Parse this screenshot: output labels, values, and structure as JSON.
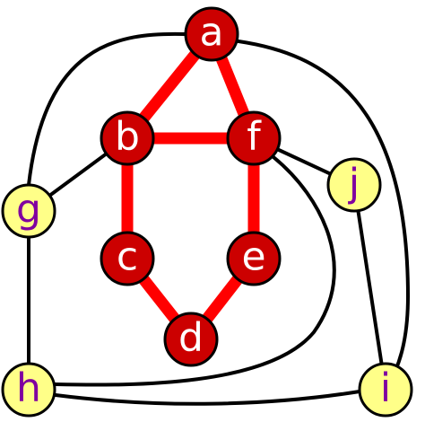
{
  "colors": {
    "highlight_node": "#cc0000",
    "highlight_label": "#ffffff",
    "plain_node": "#ffff88",
    "plain_label": "#8000a0",
    "highlight_edge": "#ff0000",
    "plain_edge": "#000000"
  },
  "nodes": [
    {
      "id": "a",
      "label": "a",
      "highlighted": true
    },
    {
      "id": "b",
      "label": "b",
      "highlighted": true
    },
    {
      "id": "f",
      "label": "f",
      "highlighted": true
    },
    {
      "id": "c",
      "label": "c",
      "highlighted": true
    },
    {
      "id": "e",
      "label": "e",
      "highlighted": true
    },
    {
      "id": "d",
      "label": "d",
      "highlighted": true
    },
    {
      "id": "g",
      "label": "g",
      "highlighted": false
    },
    {
      "id": "j",
      "label": "j",
      "highlighted": false
    },
    {
      "id": "h",
      "label": "h",
      "highlighted": false
    },
    {
      "id": "i",
      "label": "i",
      "highlighted": false
    }
  ],
  "edges": [
    {
      "from": "a",
      "to": "b",
      "highlighted": true
    },
    {
      "from": "a",
      "to": "f",
      "highlighted": true
    },
    {
      "from": "b",
      "to": "f",
      "highlighted": true
    },
    {
      "from": "b",
      "to": "c",
      "highlighted": true
    },
    {
      "from": "f",
      "to": "e",
      "highlighted": true
    },
    {
      "from": "c",
      "to": "d",
      "highlighted": true
    },
    {
      "from": "e",
      "to": "d",
      "highlighted": true
    },
    {
      "from": "b",
      "to": "g",
      "highlighted": false
    },
    {
      "from": "f",
      "to": "j",
      "highlighted": false
    },
    {
      "from": "g",
      "to": "h",
      "highlighted": false
    },
    {
      "from": "j",
      "to": "i",
      "highlighted": false
    },
    {
      "from": "h",
      "to": "i",
      "highlighted": false
    },
    {
      "from": "a",
      "to": "g",
      "highlighted": false
    },
    {
      "from": "a",
      "to": "i",
      "highlighted": false
    },
    {
      "from": "f",
      "to": "h",
      "highlighted": false
    }
  ]
}
